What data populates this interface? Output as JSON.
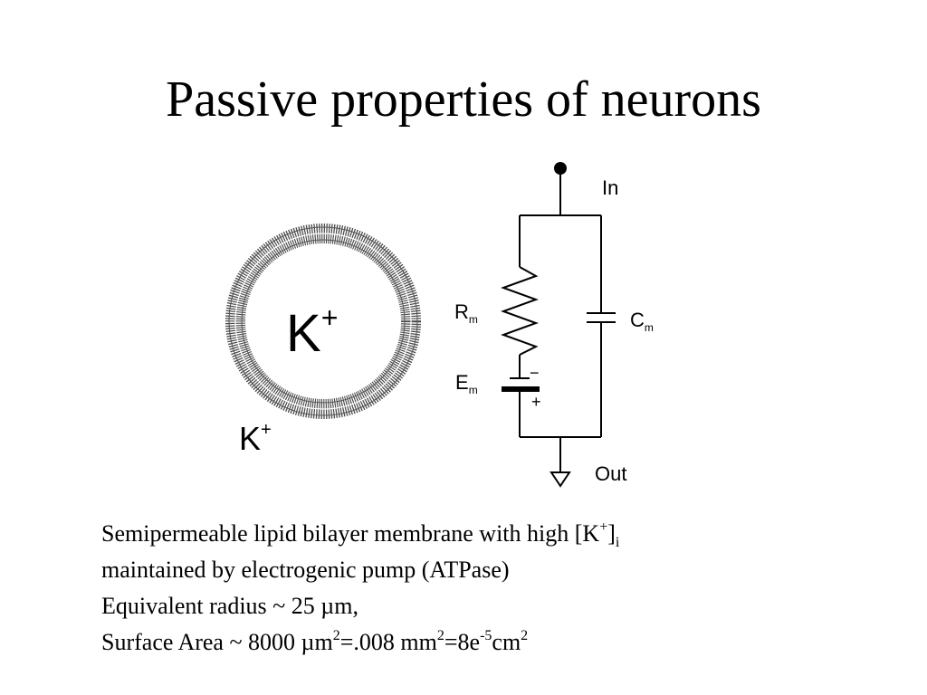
{
  "slide": {
    "title": "Passive properties of neurons"
  },
  "cell": {
    "inside_label": "K",
    "inside_sup": "+",
    "outside_label": "K",
    "outside_sup": "+"
  },
  "circuit": {
    "in_label": "In",
    "out_label": "Out",
    "rm_label": "R",
    "rm_sub": "m",
    "cm_label": "C",
    "cm_sub": "m",
    "em_label": "E",
    "em_sub": "m",
    "battery_neg": "−",
    "battery_pos": "+"
  },
  "text": {
    "line1": {
      "a": "Semipermeable lipid bilayer membrane with high [K",
      "sup": "+",
      "b": "]",
      "sub": "i"
    },
    "line2": "maintained by electrogenic pump (ATPase)",
    "line3": "Equivalent radius ~ 25 µm,",
    "line4": {
      "a": "Surface Area ~ 8000 µm",
      "sup1": "2",
      "b": "=.008 mm",
      "sup2": "2",
      "c": "=8e",
      "sup3": "-5",
      "d": "cm",
      "sup4": "2"
    }
  }
}
